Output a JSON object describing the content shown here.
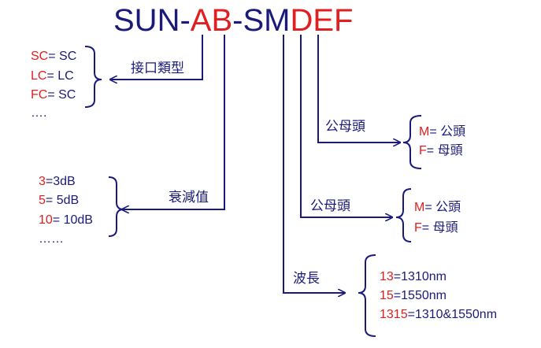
{
  "colors": {
    "navy": "#1a1a7a",
    "red": "#e02020"
  },
  "title": {
    "p1": "SUN-",
    "p2": "AB",
    "p3": "-SM",
    "p4": "DEF"
  },
  "branches": {
    "interface": {
      "label": "接口類型",
      "items": [
        {
          "code": "SC",
          "eq": "= SC"
        },
        {
          "code": "LC",
          "eq": "= LC"
        },
        {
          "code": "FC",
          "eq": "= SC"
        },
        {
          "code": "",
          "eq": "…."
        }
      ]
    },
    "attenuation": {
      "label": "衰減值",
      "items": [
        {
          "code": "3",
          "eq": "=3dB"
        },
        {
          "code": "5",
          "eq": "= 5dB"
        },
        {
          "code": "10",
          "eq": "= 10dB"
        },
        {
          "code": "",
          "eq": "……"
        }
      ]
    },
    "gender1": {
      "label": "公母頭",
      "items": [
        {
          "code": "M",
          "eq": "= 公頭"
        },
        {
          "code": "F",
          "eq": "= 母頭"
        }
      ]
    },
    "gender2": {
      "label": "公母頭",
      "items": [
        {
          "code": "M",
          "eq": "= 公頭"
        },
        {
          "code": "F",
          "eq": "= 母頭"
        }
      ]
    },
    "wavelength": {
      "label": "波長",
      "items": [
        {
          "code": "13",
          "eq": "=1310nm"
        },
        {
          "code": "15",
          "eq": "=1550nm"
        },
        {
          "code": "1315",
          "eq": "=1310&1550nm"
        }
      ]
    }
  }
}
